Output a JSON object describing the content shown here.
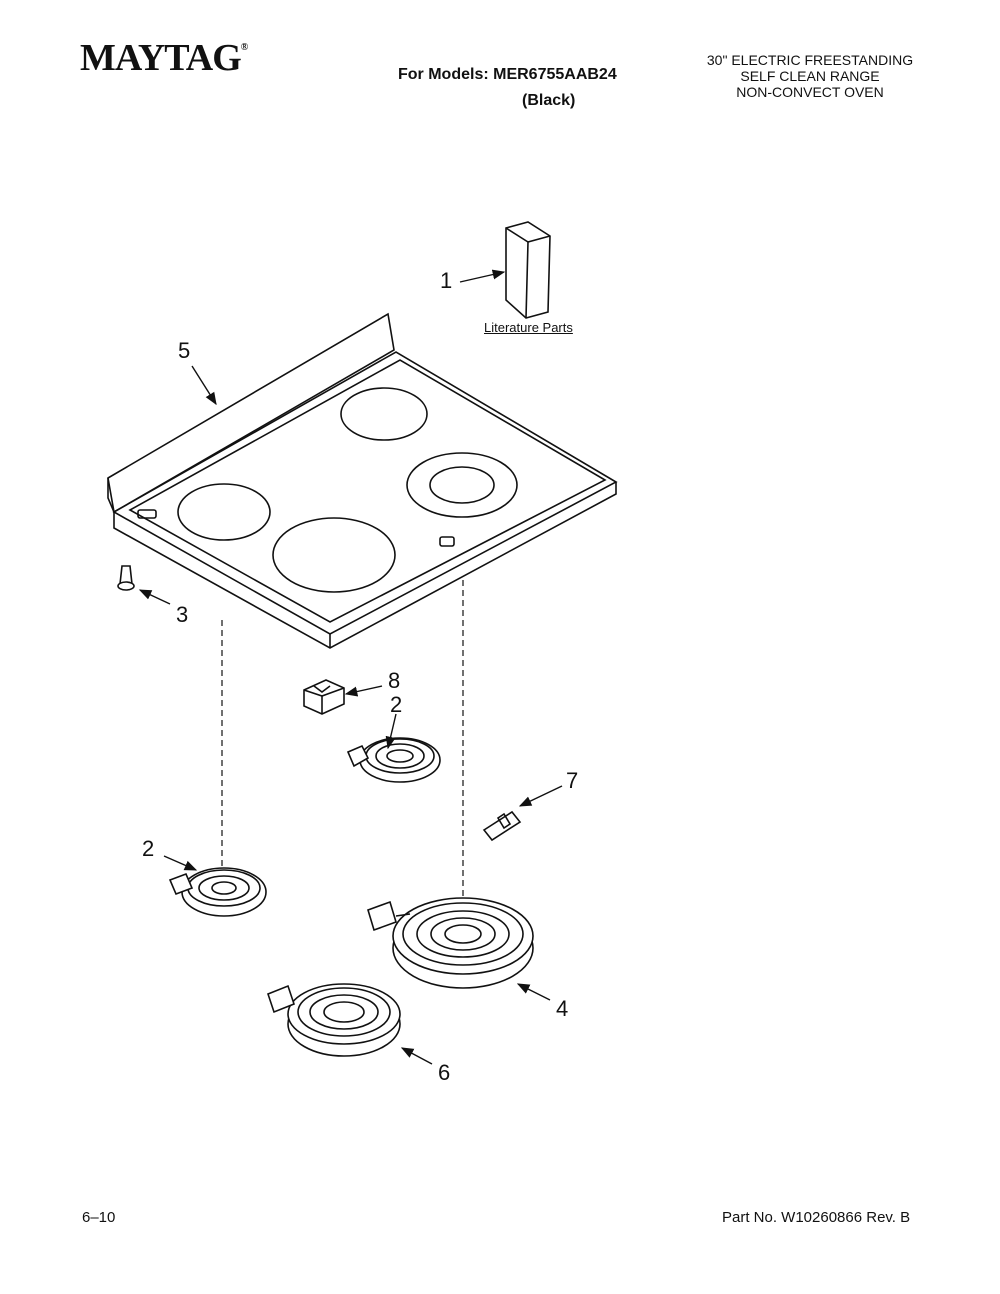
{
  "header": {
    "brand": "MAYTAG",
    "models_line": "For Models: MER6755AAB24",
    "color_line": "(Black)",
    "product_lines": [
      "30\" ELECTRIC FREESTANDING",
      "SELF CLEAN RANGE",
      "NON-CONVECT OVEN"
    ]
  },
  "diagram": {
    "literature_label": "Literature Parts",
    "callouts": [
      {
        "id": "1",
        "label": "1"
      },
      {
        "id": "2a",
        "label": "2"
      },
      {
        "id": "2b",
        "label": "2"
      },
      {
        "id": "3",
        "label": "3"
      },
      {
        "id": "4",
        "label": "4"
      },
      {
        "id": "5",
        "label": "5"
      },
      {
        "id": "6",
        "label": "6"
      },
      {
        "id": "7",
        "label": "7"
      },
      {
        "id": "8",
        "label": "8"
      }
    ]
  },
  "footer": {
    "page": "6–10",
    "part_no": "Part No. W10260866 Rev. B"
  }
}
